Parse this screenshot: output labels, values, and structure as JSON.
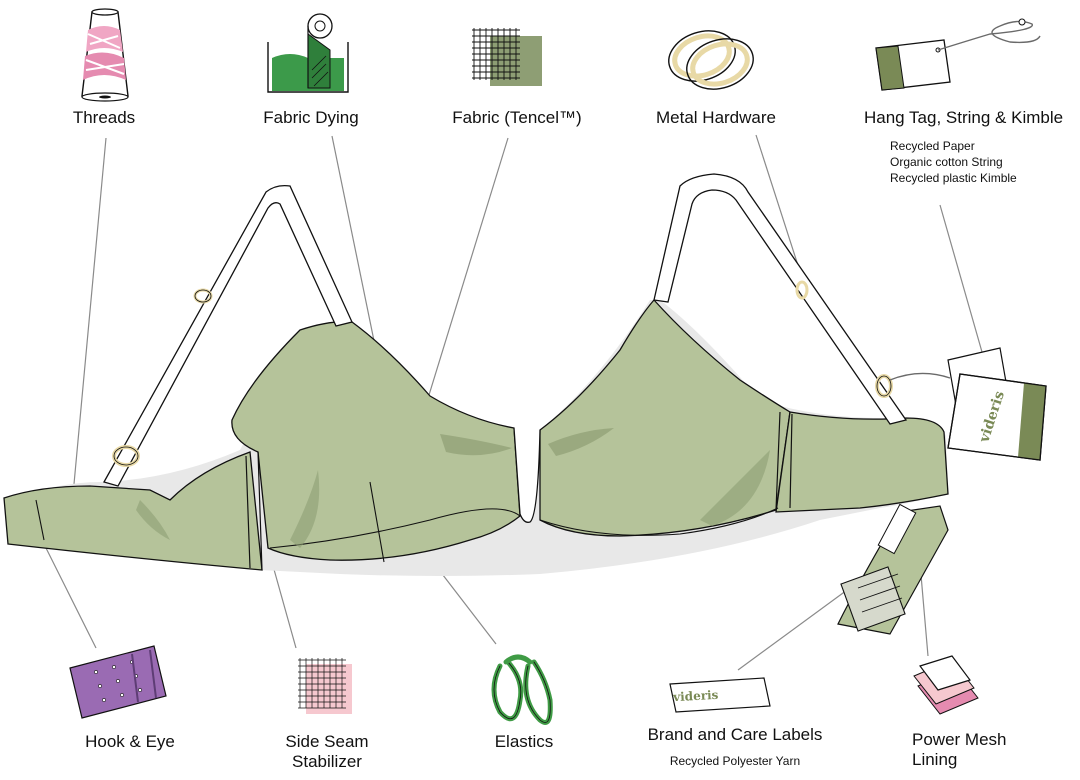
{
  "labels": {
    "threads": "Threads",
    "fabric_dying": "Fabric Dying",
    "fabric_tencel": "Fabric (Tencel™)",
    "metal_hardware": "Metal Hardware",
    "hang_tag": "Hang Tag, String & Kimble",
    "hook_eye": "Hook & Eye",
    "side_seam_1": "Side Seam",
    "side_seam_2": "Stabilizer",
    "elastics": "Elastics",
    "brand_care": "Brand and Care Labels",
    "power_mesh_1": "Power Mesh",
    "power_mesh_2": "Lining"
  },
  "sublabels": {
    "hang_tag": [
      "Recycled Paper",
      "Organic cotton String",
      "Recycled plastic Kimble"
    ],
    "brand_care": "Recycled Polyester Yarn"
  },
  "brand": {
    "logo_text": "videris"
  },
  "colors": {
    "sage": "#b5c39a",
    "sage_dark": "#8e9e74",
    "tag_green": "#7a8a56",
    "pink": "#e58bb0",
    "dye_green": "#3c9a4a",
    "purple": "#9a6bb3",
    "elastic_green": "#3f9b45",
    "brass": "#e8d9a6"
  }
}
